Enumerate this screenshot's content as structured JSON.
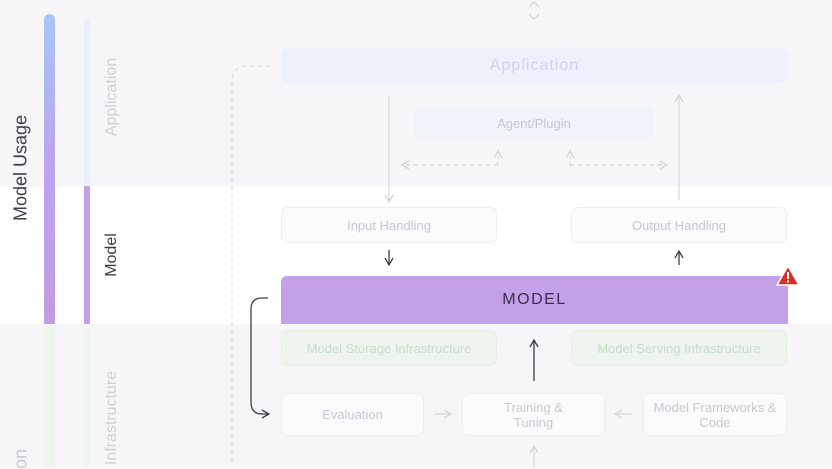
{
  "axis": {
    "outer_label": "Model Usage",
    "outer_partial_label": "on"
  },
  "sections": {
    "application": "Application",
    "model": "Model",
    "infrastructure": "Infrastructure"
  },
  "nodes": {
    "application": "Application",
    "agent_plugin": "Agent/Plugin",
    "input_handling": "Input Handling",
    "output_handling": "Output Handling",
    "model": "MODEL",
    "model_storage": "Model Storage Infrastructure",
    "model_serving": "Model Serving Infrastructure",
    "evaluation": "Evaluation",
    "training_tuning": "Training & Tuning",
    "model_frameworks": "Model Frameworks & Code"
  },
  "colors": {
    "model_purple": "#c3a1e8",
    "model_bar": "#b98fe0",
    "usage_gradient_top": "#a9c6f7",
    "warning_red": "#d93025",
    "faint_green": "#eef5ee",
    "faint_blue": "#edf1fc"
  },
  "icons": {
    "warning": "warning-triangle-icon",
    "expand": "expand-vertical-icon"
  }
}
